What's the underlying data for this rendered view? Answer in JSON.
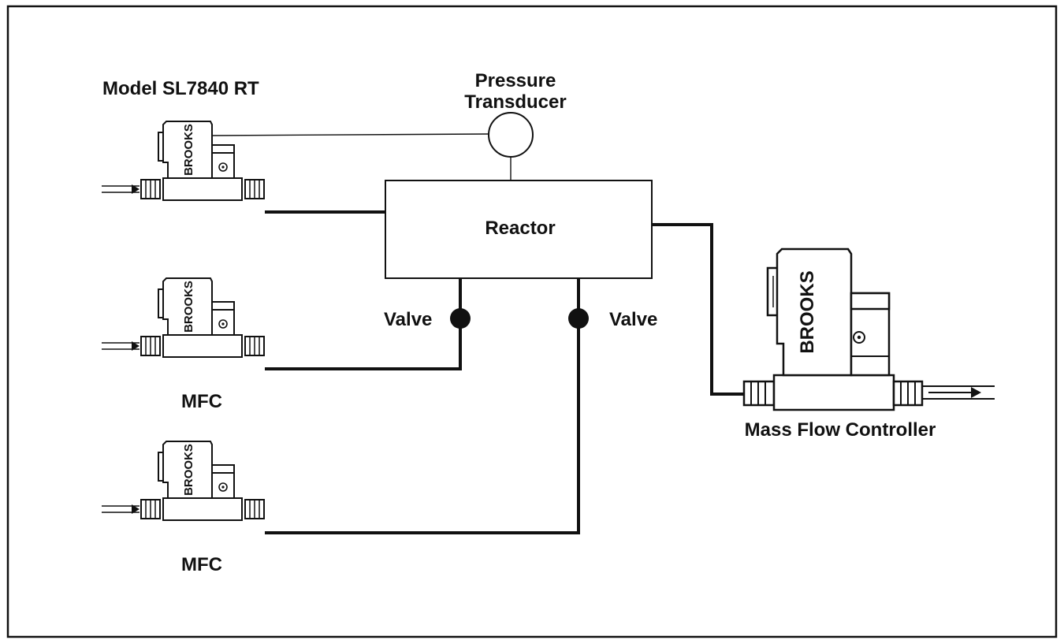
{
  "title": "Model SL7840 RT",
  "pressure_transducer": {
    "line1": "Pressure",
    "line2": "Transducer"
  },
  "reactor_label": "Reactor",
  "valve_left_label": "Valve",
  "valve_right_label": "Valve",
  "mfc_labels": [
    "MFC",
    "MFC"
  ],
  "mass_flow_controller_label": "Mass Flow Controller",
  "brand_text": "BROOKS"
}
